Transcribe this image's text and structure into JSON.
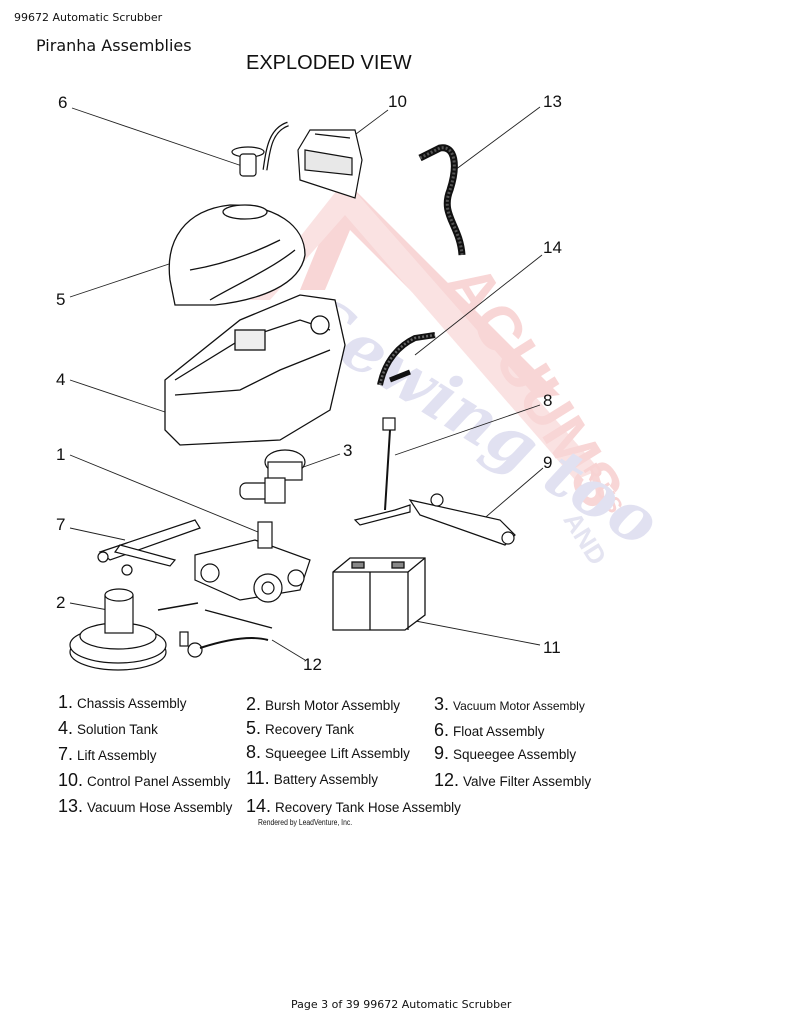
{
  "header": {
    "doc_title": "99672 Automatic Scrubber",
    "section": "Piranha Assemblies"
  },
  "diagram": {
    "title": "EXPLODED VIEW",
    "callouts": [
      "1",
      "2",
      "3",
      "4",
      "5",
      "6",
      "7",
      "8",
      "9",
      "10",
      "11",
      "12",
      "13",
      "14"
    ],
    "watermark": {
      "text": "ACUUMS",
      "small": "R-US",
      "and": "AND",
      "script": "Sewing too"
    }
  },
  "legend": [
    {
      "num": "1.",
      "label": "Chassis Assembly"
    },
    {
      "num": "2.",
      "label": "Bursh Motor Assembly"
    },
    {
      "num": "3.",
      "label": "Vacuum  Motor Assembly"
    },
    {
      "num": "4.",
      "label": "Solution Tank"
    },
    {
      "num": "5.",
      "label": "Recovery Tank"
    },
    {
      "num": "6.",
      "label": "Float Assembly"
    },
    {
      "num": "7.",
      "label": "Lift Assembly"
    },
    {
      "num": "8.",
      "label": "Squeegee Lift Assembly"
    },
    {
      "num": "9.",
      "label": "Squeegee Assembly"
    },
    {
      "num": "10.",
      "label": "Control Panel Assembly"
    },
    {
      "num": "11.",
      "label": "Battery Assembly"
    },
    {
      "num": "12.",
      "label": "Valve Filter Assembly"
    },
    {
      "num": "13.",
      "label": "Vacuum Hose Assembly"
    },
    {
      "num": "14.",
      "label": "Recovery Tank Hose Assembly"
    }
  ],
  "render_credit": "Rendered by LeadVenture, Inc.",
  "footer": "Page 3 of 39 99672 Automatic Scrubber"
}
